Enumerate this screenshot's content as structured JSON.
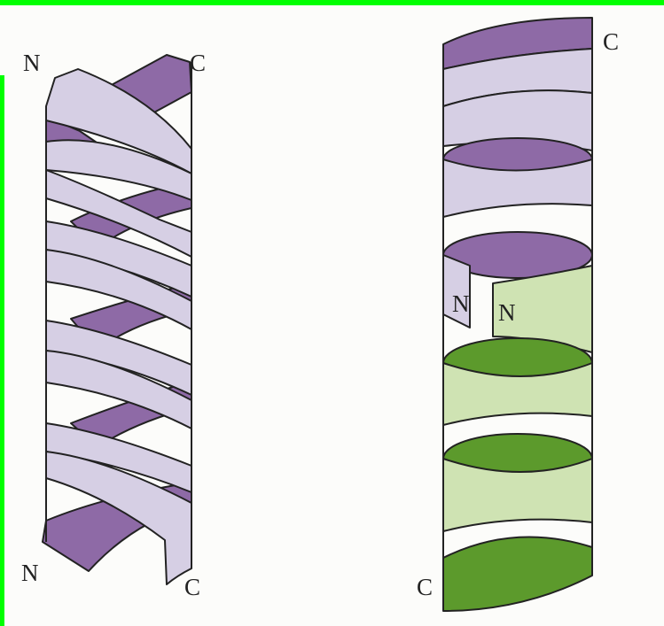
{
  "colors": {
    "frame_green": "#00ff00",
    "dark_purple": "#8e6aa6",
    "light_purple": "#d6cfe4",
    "dark_green": "#5c9a2c",
    "light_green": "#cfe3b3",
    "outline": "#222222"
  },
  "left_helix": {
    "label_top_left": "N",
    "label_top_right": "C",
    "label_bottom_left": "N",
    "label_bottom_right": "C"
  },
  "right_helix": {
    "label_top": "C",
    "label_mid_left": "N",
    "label_mid_right": "N",
    "label_bottom": "C"
  }
}
